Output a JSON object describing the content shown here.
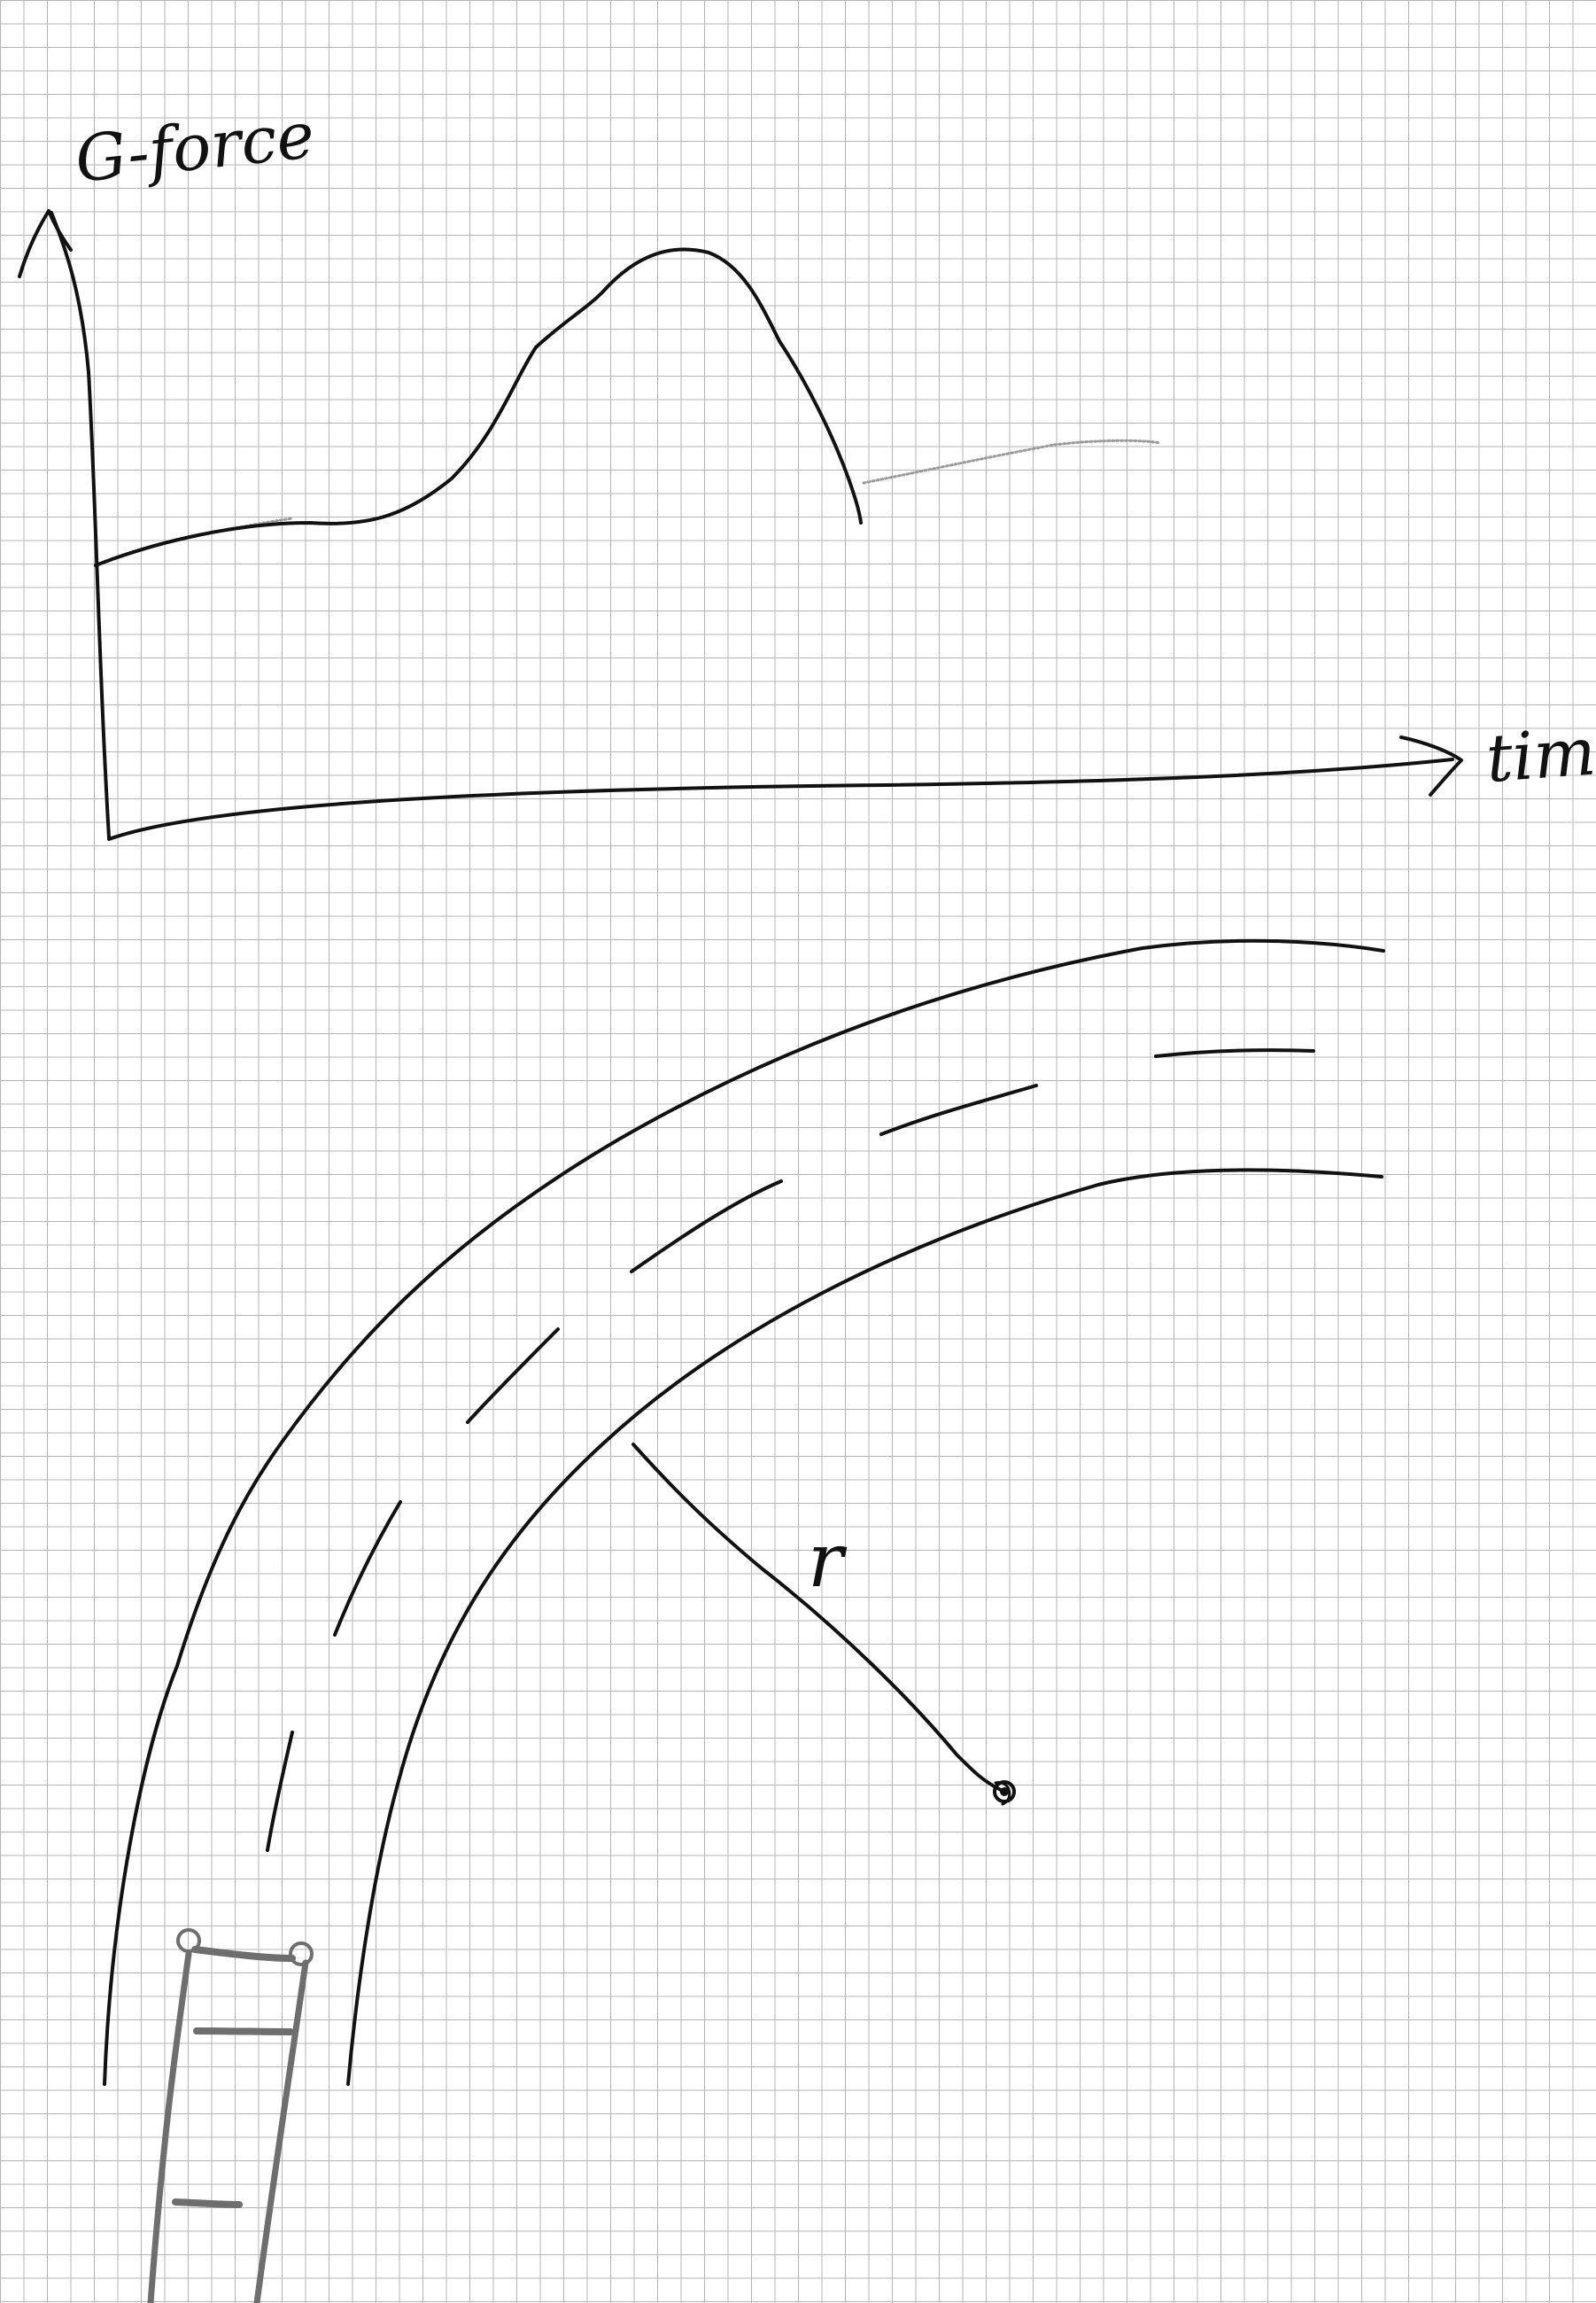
{
  "graph": {
    "y_axis_label": "G-force",
    "x_axis_label": "time"
  },
  "road": {
    "radius_label": "r"
  },
  "colors": {
    "ink": "#111111",
    "grid": "#b5b5b5",
    "pencil": "#9a9a9a",
    "paper": "#ffffff"
  }
}
